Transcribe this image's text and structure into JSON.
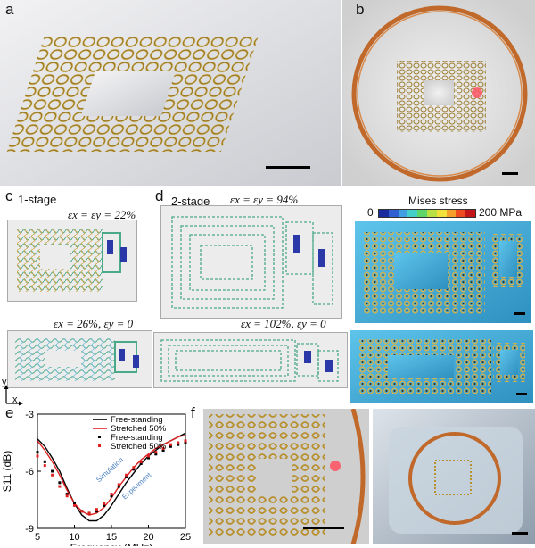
{
  "panels": {
    "a": "a",
    "b": "b",
    "c": "c",
    "d": "d",
    "e": "e",
    "f": "f"
  },
  "panel_c": {
    "stage": "1-stage",
    "eq_top": "εx = εy = 22%",
    "eq_bottom": "εx = 26%, εy = 0"
  },
  "panel_d": {
    "stage": "2-stage",
    "eq_top": "εx = εy = 94%",
    "eq_bottom": "εx = 102%, εy = 0"
  },
  "colorbar": {
    "title": "Mises stress",
    "min": "0",
    "max": "200 MPa",
    "colors": [
      "#1b2c9c",
      "#2f5fd0",
      "#3f9fe0",
      "#44d0c8",
      "#5fd66a",
      "#b9e044",
      "#f2e13a",
      "#f5a02c",
      "#ee4b22",
      "#c2161a"
    ]
  },
  "axes_indicator": {
    "y": "y",
    "x": "x"
  },
  "chart_data": {
    "type": "line",
    "xlabel": "Frequency (MHz)",
    "ylabel": "S11 (dB)",
    "xlim": [
      5,
      25
    ],
    "ylim": [
      -9,
      -3
    ],
    "xticks": [
      5,
      10,
      15,
      20,
      25
    ],
    "yticks": [
      -3,
      -6,
      -9
    ],
    "legend_position": "top-right",
    "series": [
      {
        "name": "Free-standing",
        "kind": "line",
        "color": "#000000",
        "x": [
          5,
          6,
          7,
          8,
          9,
          10,
          11,
          12,
          13,
          14,
          15,
          16,
          17,
          18,
          19,
          20,
          21,
          22,
          23,
          24,
          25
        ],
        "y": [
          -4.3,
          -4.7,
          -5.3,
          -6.0,
          -6.9,
          -7.7,
          -8.3,
          -8.6,
          -8.6,
          -8.3,
          -7.8,
          -7.2,
          -6.6,
          -6.1,
          -5.6,
          -5.2,
          -4.9,
          -4.6,
          -4.4,
          -4.2,
          -4.0
        ]
      },
      {
        "name": "Stretched 50%",
        "kind": "line",
        "color": "#e02020",
        "x": [
          5,
          6,
          7,
          8,
          9,
          10,
          11,
          12,
          13,
          14,
          15,
          16,
          17,
          18,
          19,
          20,
          21,
          22,
          23,
          24,
          25
        ],
        "y": [
          -4.4,
          -4.9,
          -5.5,
          -6.2,
          -7.0,
          -7.7,
          -8.1,
          -8.3,
          -8.2,
          -7.9,
          -7.4,
          -6.8,
          -6.3,
          -5.8,
          -5.4,
          -5.1,
          -4.8,
          -4.6,
          -4.4,
          -4.2,
          -4.1
        ]
      },
      {
        "name": "Free-standing",
        "kind": "points",
        "color": "#000000",
        "x": [
          5,
          6,
          7,
          8,
          9,
          10,
          11,
          12,
          13,
          14,
          15,
          16,
          17,
          18,
          19,
          20,
          21,
          22,
          23,
          24,
          25
        ],
        "y": [
          -5.0,
          -5.5,
          -6.0,
          -6.6,
          -7.2,
          -7.7,
          -8.1,
          -8.2,
          -8.1,
          -7.8,
          -7.3,
          -6.8,
          -6.3,
          -5.9,
          -5.6,
          -5.3,
          -5.1,
          -4.9,
          -4.7,
          -4.6,
          -4.5
        ]
      },
      {
        "name": "Stretched 50%",
        "kind": "points",
        "color": "#e02020",
        "x": [
          5,
          6,
          7,
          8,
          9,
          10,
          11,
          12,
          13,
          14,
          15,
          16,
          17,
          18,
          19,
          20,
          21,
          22,
          23,
          24,
          25
        ],
        "y": [
          -5.2,
          -5.7,
          -6.2,
          -6.8,
          -7.3,
          -7.8,
          -8.1,
          -8.2,
          -8.0,
          -7.7,
          -7.2,
          -6.7,
          -6.2,
          -5.8,
          -5.5,
          -5.2,
          -5.0,
          -4.8,
          -4.6,
          -4.5,
          -4.4
        ]
      }
    ],
    "annotations": [
      "Simulation",
      "Experiment"
    ]
  }
}
